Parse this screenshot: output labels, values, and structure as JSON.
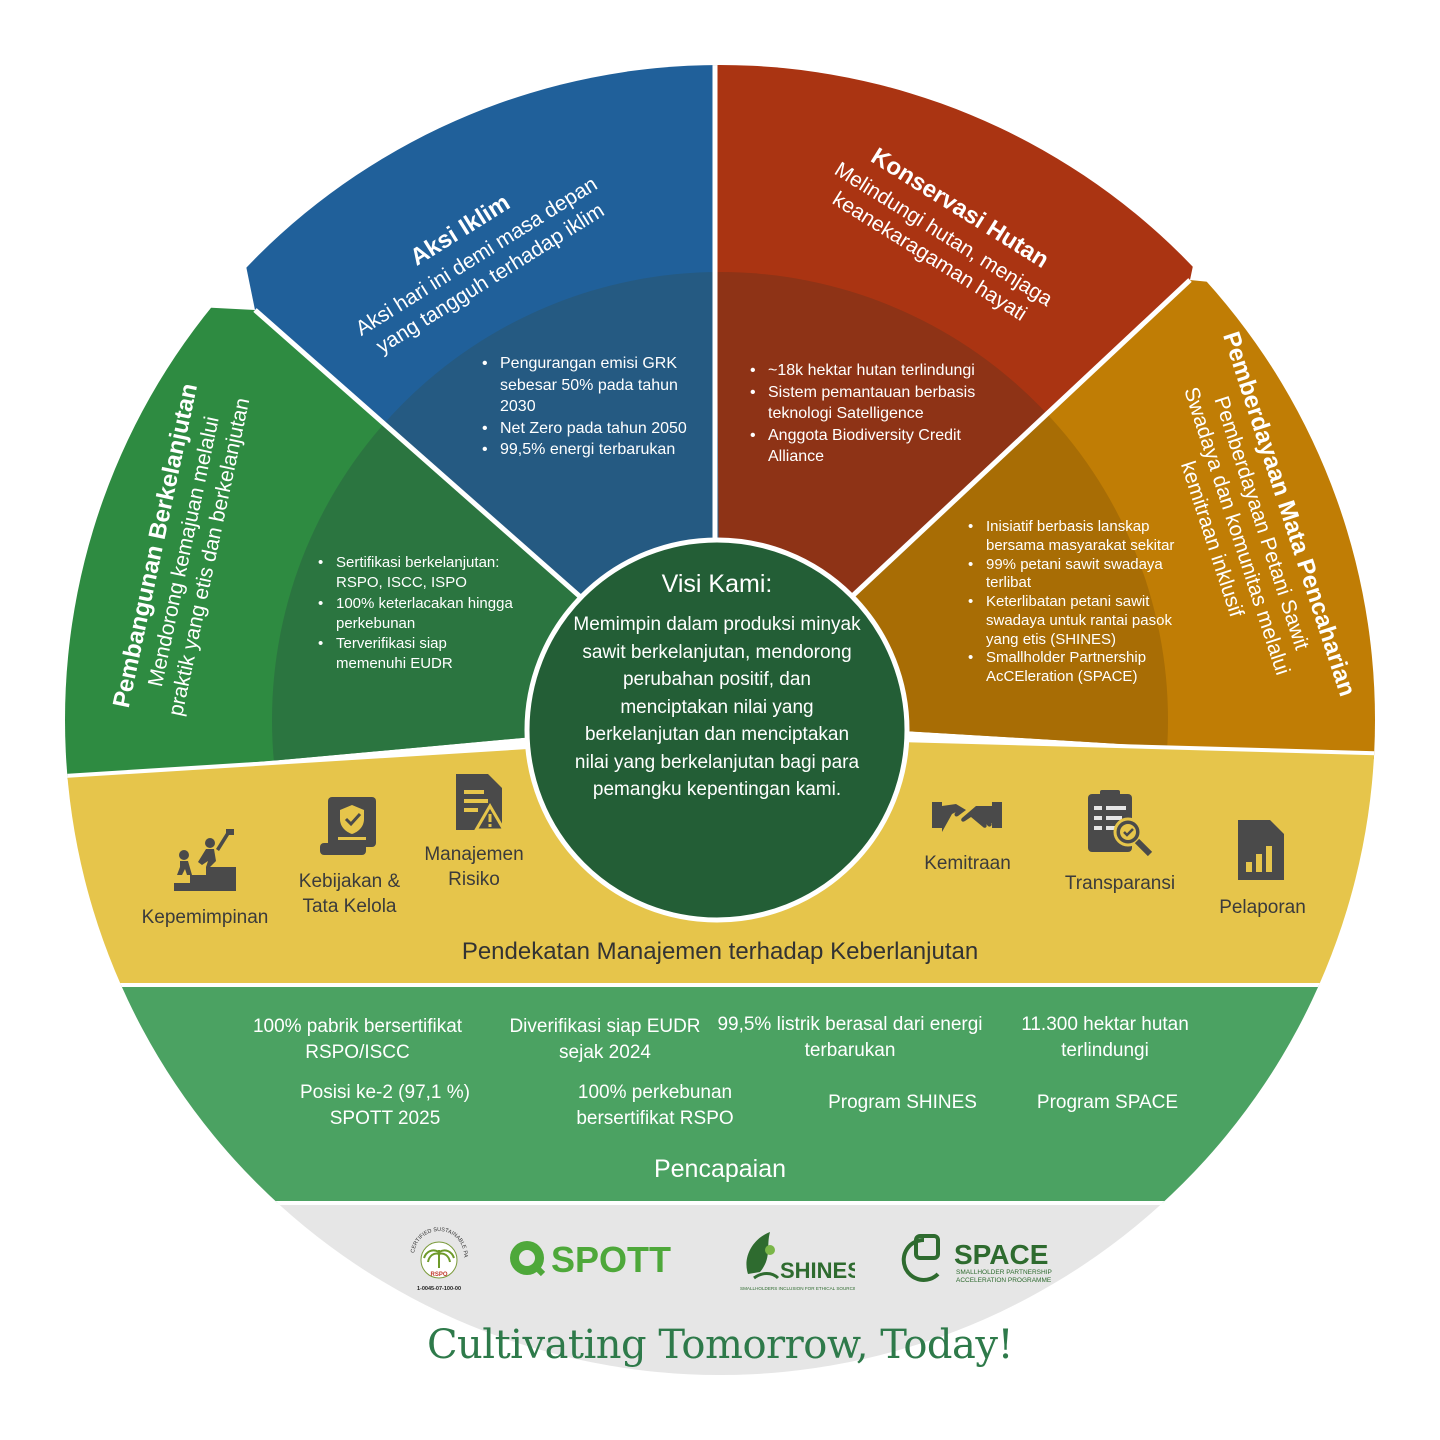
{
  "colors": {
    "climate": "#20609a",
    "climate_inner": "#255a82",
    "forest": "#aa3412",
    "forest_inner": "#8e3316",
    "livelihood": "#c07d05",
    "livelihood_inner": "#a86d05",
    "sustainable": "#2e8b41",
    "sustainable_inner": "#2b7540",
    "management_band": "#e6c54b",
    "achievement_band": "#4ba262",
    "logo_band": "#e6e6e6",
    "vision_circle": "#235e36",
    "icon_color": "#4a4a4a",
    "tagline_color": "#2e7a4a"
  },
  "pillars": {
    "climate": {
      "title": "Aksi Iklim",
      "subtitle_1": "Aksi hari ini demi masa depan",
      "subtitle_2": "yang tangguh terhadap iklim",
      "bullets": [
        "Pengurangan emisi GRK sebesar 50% pada tahun 2030",
        "Net Zero pada tahun 2050",
        "99,5% energi terbarukan"
      ]
    },
    "forest": {
      "title": "Konservasi Hutan",
      "subtitle_1": "Melindungi hutan, menjaga",
      "subtitle_2": "keanekaragaman hayati",
      "bullets": [
        "~18k hektar hutan terlindungi",
        "Sistem pemantauan berbasis teknologi Satelligence",
        "Anggota Biodiversity Credit Alliance"
      ]
    },
    "livelihood": {
      "title": "Pemberdayaan Mata Pencaharian",
      "subtitle_1": "Pemberdayaan Petani Sawit",
      "subtitle_2": "Swadaya dan komunitas melalui",
      "subtitle_3": "kemitraan inklusif",
      "bullets": [
        "Inisiatif berbasis lanskap bersama masyarakat sekitar",
        "99% petani sawit swadaya terlibat",
        "Keterlibatan petani sawit swadaya untuk rantai pasok yang etis (SHINES)",
        "Smallholder Partnership AcCEleration (SPACE)"
      ]
    },
    "sustainable": {
      "title": "Pembangunan Berkelanjutan",
      "subtitle_1": "Mendorong kemajuan melalui",
      "subtitle_2": "praktik yang etis dan berkelanjutan",
      "bullets": [
        "Sertifikasi berkelanjutan: RSPO, ISCC, ISPO",
        "100% keterlacakan hingga perkebunan",
        "Terverifikasi siap memenuhi EUDR"
      ]
    }
  },
  "vision": {
    "title": "Visi Kami:",
    "text": "Memimpin dalam produksi minyak sawit berkelanjutan, mendorong perubahan positif, dan menciptakan nilai yang berkelanjutan dan menciptakan nilai yang berkelanjutan bagi para pemangku kepentingan kami."
  },
  "management": {
    "title": "Pendekatan Manajemen terhadap Keberlanjutan",
    "items": [
      {
        "label": "Kepemimpinan",
        "icon": "leadership-icon"
      },
      {
        "label": "Kebijakan & Tata Kelola",
        "icon": "policy-scroll-icon"
      },
      {
        "label": "Manajemen Risiko",
        "icon": "risk-document-icon"
      },
      {
        "label": "Kemitraan",
        "icon": "handshake-icon"
      },
      {
        "label": "Transparansi",
        "icon": "clipboard-search-icon"
      },
      {
        "label": "Pelaporan",
        "icon": "report-chart-icon"
      }
    ]
  },
  "achievements": {
    "title": "Pencapaian",
    "items": [
      "100% pabrik bersertifikat RSPO/ISCC",
      "Diverifikasi siap EUDR sejak 2024",
      "99,5% listrik berasal dari energi terbarukan",
      "11.300 hektar hutan terlindungi",
      "Posisi ke-2 (97,1 %) SPOTT 2025",
      "100% perkebunan bersertifikat RSPO",
      "Program SHINES",
      "Program SPACE"
    ]
  },
  "logos": {
    "rspo": {
      "ring_text": "CERTIFIED SUSTAINABLE PALM OIL",
      "brand": "RSPO",
      "code": "1-0045-07-100-00"
    },
    "spott": {
      "brand": "SPOTT"
    },
    "shines": {
      "brand": "SHINES",
      "tagline": "SMALLHOLDERS INCLUSION FOR ETHICAL SOURCING"
    },
    "space": {
      "brand": "SPACE",
      "tagline_1": "SMALLHOLDER PARTNERSHIP",
      "tagline_2": "ACCELERATION PROGRAMME"
    }
  },
  "tagline": "Cultivating Tomorrow, Today!"
}
